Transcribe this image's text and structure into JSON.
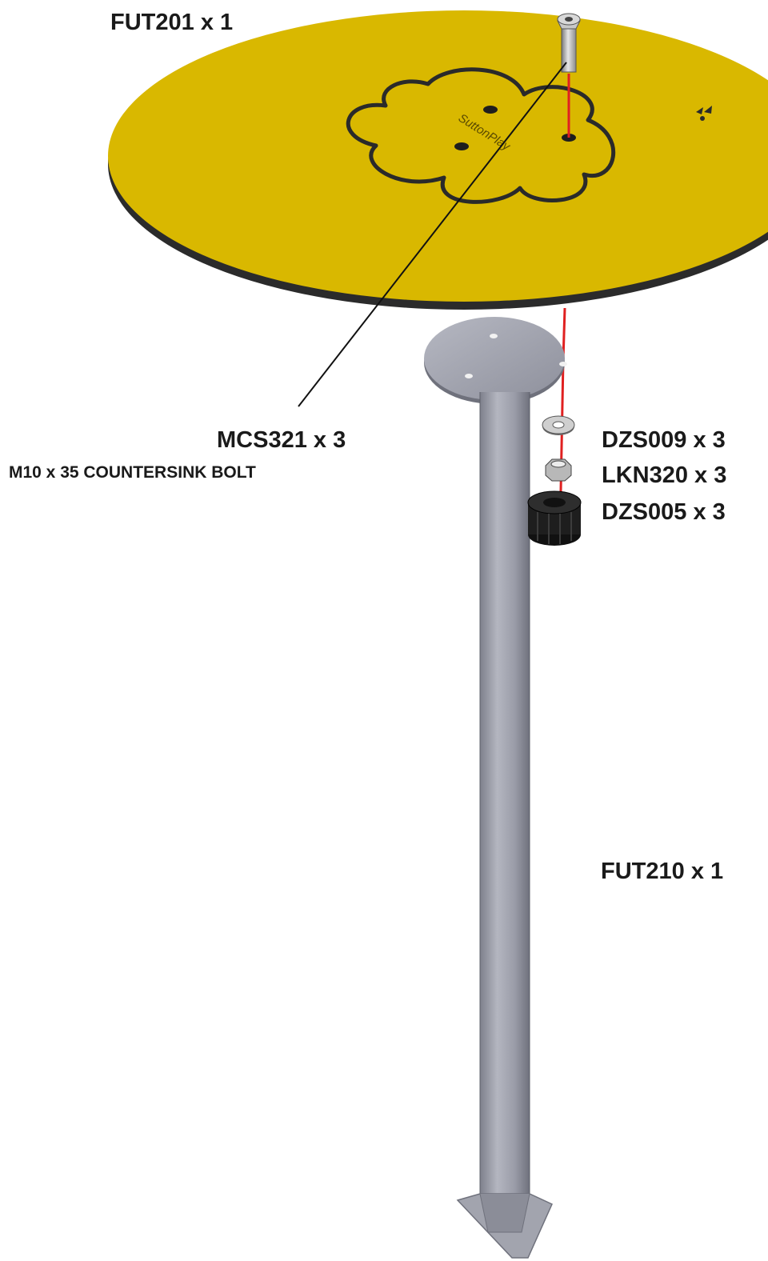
{
  "parts": {
    "table_top": {
      "label": "FUT201 x 1"
    },
    "bolt": {
      "label": "MCS321 x 3",
      "description": "M10 x 35 COUNTERSINK BOLT"
    },
    "washer": {
      "label": "DZS009 x 3"
    },
    "lock_nut": {
      "label": "LKN320 x 3"
    },
    "cap_nut": {
      "label": "DZS005 x 3"
    },
    "post": {
      "label": "FUT210 x 1"
    }
  },
  "table_top_print": {
    "brand": "SuttonPlay"
  },
  "colors": {
    "table_top": "#d9b800",
    "table_top_edge": "#2b2b2b",
    "post": "#9a9ca8",
    "guide_line": "#e02020",
    "text": "#1a1a1a"
  }
}
